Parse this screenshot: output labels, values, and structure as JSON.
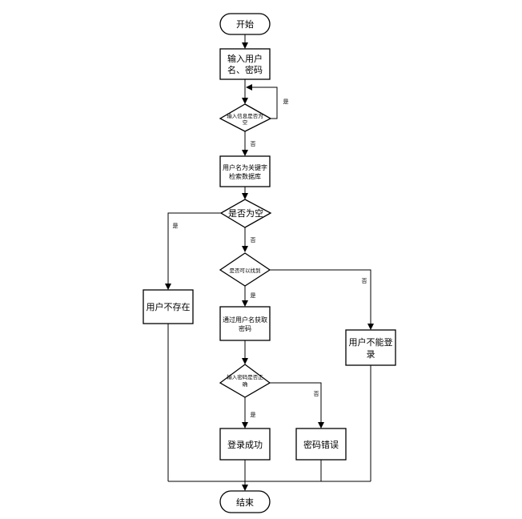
{
  "flowchart": {
    "start": "开始",
    "input_user": [
      "输入用户",
      "名、密码"
    ],
    "check_empty_1": [
      "输入信息是否为",
      "空"
    ],
    "yes_loop": "是",
    "no_1": "否",
    "search_box": [
      "用户名为关键字",
      "检索数据库"
    ],
    "check_empty_2": "是否为空",
    "yes_left": "是",
    "no_2": "否",
    "check_found": "是否可以找到",
    "no_right": "否",
    "yes_3": "是",
    "user_not_exist": "用户不存在",
    "get_pwd": [
      "通过用户名获取",
      "密码"
    ],
    "cannot_login": [
      "用户不能登",
      "录"
    ],
    "check_pwd": [
      "输入密码是否正",
      "确"
    ],
    "no_pwd": "否",
    "yes_pwd": "是",
    "login_success": "登录成功",
    "pwd_error": "密码错误",
    "end": "结束"
  }
}
